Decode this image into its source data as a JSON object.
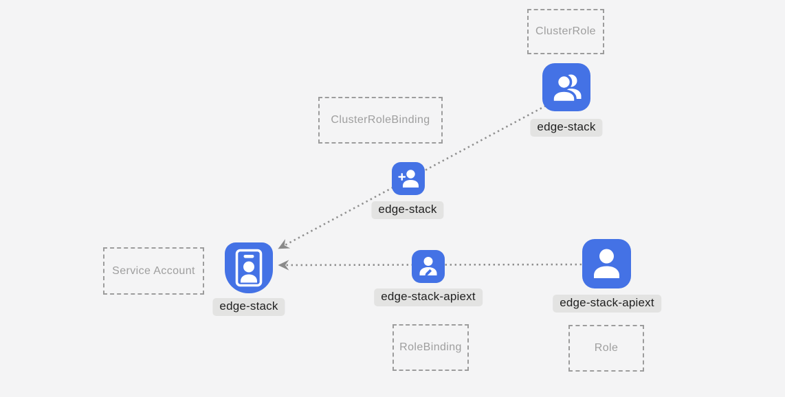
{
  "colors": {
    "background": "#f4f4f5",
    "node_blue": "#4472e5",
    "glyph_white": "#ffffff",
    "label_chip_bg": "#e3e3e2",
    "label_chip_text": "#1f1f1f",
    "dashed_box_border": "#9c9c9c",
    "dashed_box_text": "#9e9e9e",
    "edge_line": "#8f8f8f",
    "arrowhead": "#8a8a8a"
  },
  "boxes": {
    "cluster_role": "ClusterRole",
    "cluster_role_binding": "ClusterRoleBinding",
    "service_account": "Service Account",
    "role_binding": "RoleBinding",
    "role": "Role"
  },
  "nodes": {
    "cluster_role": {
      "label": "edge-stack",
      "icon": "people-icon"
    },
    "cluster_role_binding": {
      "label": "edge-stack",
      "icon": "person-add-icon"
    },
    "service_account": {
      "label": "edge-stack",
      "icon": "id-badge-icon"
    },
    "role_binding": {
      "label": "edge-stack-apiext",
      "icon": "person-edit-icon"
    },
    "role": {
      "label": "edge-stack-apiext",
      "icon": "person-icon"
    }
  },
  "edges": [
    {
      "from": "cluster_role",
      "to": "service_account",
      "style": "dotted",
      "arrow": "at-service-account"
    },
    {
      "from": "role",
      "to": "service_account",
      "style": "dotted",
      "arrow": "at-service-account"
    }
  ]
}
